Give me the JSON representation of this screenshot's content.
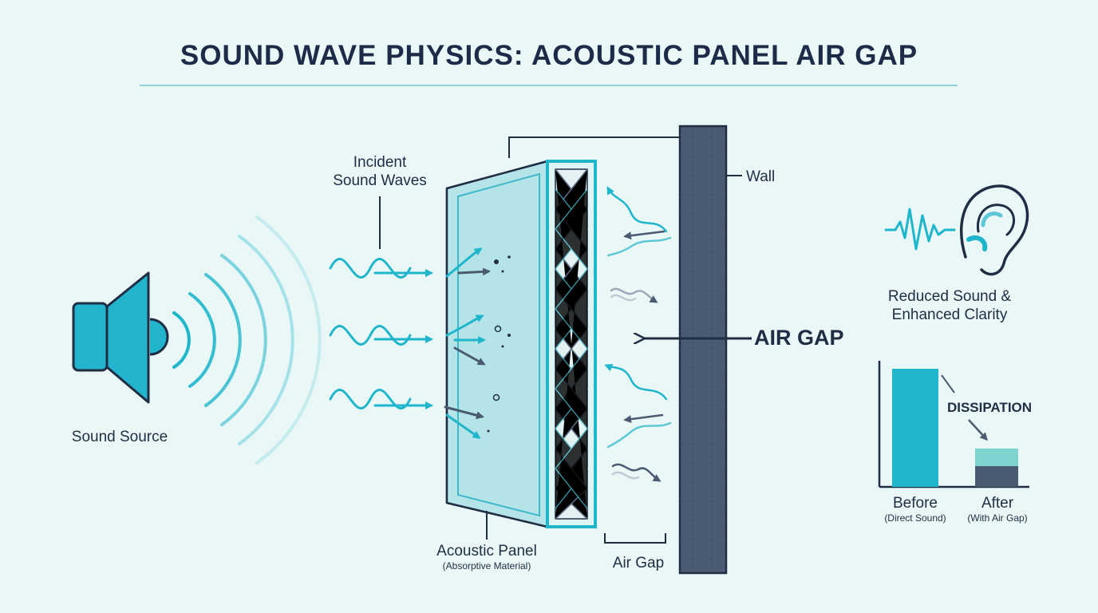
{
  "title": "SOUND WAVE PHYSICS: ACOUSTIC PANEL AIR GAP",
  "labels": {
    "sound_source": "Sound Source",
    "incident_line1": "Incident",
    "incident_line2": "Sound Waves",
    "wall": "Wall",
    "air_gap_callout": "AIR GAP",
    "air_gap_bottom": "Air Gap",
    "acoustic_panel": "Acoustic Panel",
    "acoustic_panel_sub": "(Absorptive Material)",
    "reduced_line1": "Reduced Sound &",
    "reduced_line2": "Enhanced Clarity"
  },
  "comparison": {
    "dissipation": "DISSIPATION",
    "before_label": "Before",
    "before_sub": "(Direct Sound)",
    "after_label": "After",
    "after_sub": "(With Air Gap)"
  },
  "colors": {
    "accent": "#1fb6cc",
    "dark": "#1f2d45",
    "wall": "#4a5a70",
    "panel": "#b9e6ea",
    "bar_light": "#7fd3cf",
    "background": "#eaf7f7"
  },
  "icons": [
    "speaker-icon",
    "ear-icon",
    "waveform-icon"
  ]
}
